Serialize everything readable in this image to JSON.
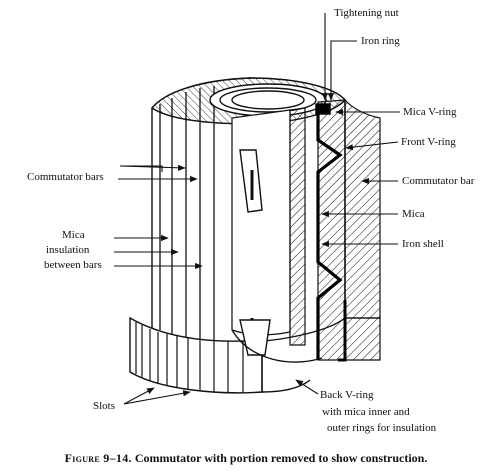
{
  "labels": {
    "tightening_nut": "Tightening nut",
    "iron_ring": "Iron ring",
    "mica_v_ring": "Mica V-ring",
    "front_v_ring": "Front V-ring",
    "commutator_bars_left": "Commutator bars",
    "commutator_bars_right": "Commutator bar",
    "mica": "Mica",
    "iron_shell": "Iron shell",
    "mica_insulation_1": "Mica",
    "mica_insulation_2": "insulation",
    "mica_insulation_3": "between bars",
    "slots": "Slots",
    "back_v_ring_1": "Back V-ring",
    "back_v_ring_2": "with mica inner and",
    "back_v_ring_3": "outer rings for insulation"
  },
  "caption": {
    "figure_number": "Figure 9–14.",
    "text": "Commutator with portion removed to show construction."
  },
  "colors": {
    "ink": "#111111",
    "paper": "#ffffff",
    "mica_black": "#000000"
  }
}
